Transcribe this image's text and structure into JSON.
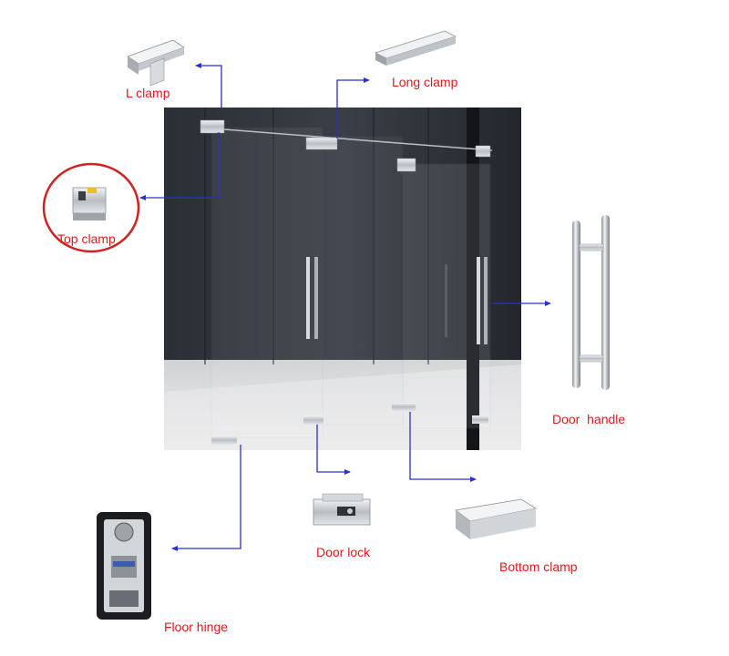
{
  "labels": {
    "l_clamp": "L clamp",
    "long_clamp": "Long clamp",
    "top_clamp": "Top clamp",
    "door_handle": "Door  handle",
    "door_lock": "Door lock",
    "bottom_clamp": "Bottom clamp",
    "floor_hinge": "Floor hinge"
  },
  "colors": {
    "label_text": "#e01a1a",
    "leader_line": "#2a32c8",
    "highlight_circle": "#d42020",
    "glass_wall": "#2b2f36",
    "floor": "#e8e8e8",
    "metal": "#c9ccd0"
  },
  "highlight": "top_clamp"
}
